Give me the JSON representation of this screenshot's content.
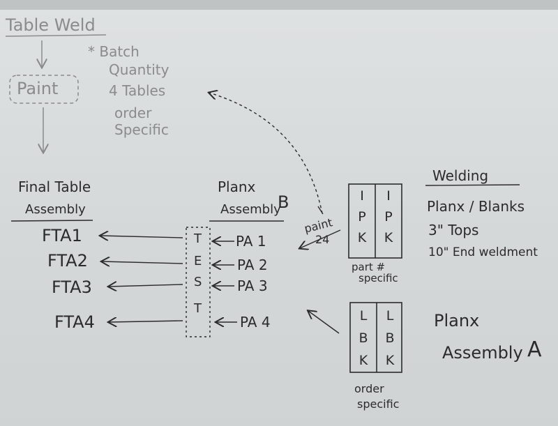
{
  "flow": {
    "table_weld": "Table Weld",
    "paint": "Paint",
    "batch_note_line1": "* Batch",
    "batch_note_line2": "Quantity",
    "batch_note_line3": "4 Tables",
    "order_specific_line1": "order",
    "order_specific_line2": "Specific"
  },
  "final_assembly": {
    "title_line1": "Final Table",
    "title_line2": "Assembly",
    "items": [
      "FTA1",
      "FTA2",
      "FTA3",
      "FTA4"
    ]
  },
  "test_column": [
    "T",
    "E",
    "S",
    "T"
  ],
  "planx_b": {
    "title_line1": "Planx",
    "title_line2": "Assembly",
    "suffix": "B",
    "items": [
      "PA 1",
      "PA 2",
      "PA 3",
      "PA 4"
    ]
  },
  "paint_note": {
    "line1": "paint",
    "line2": "24"
  },
  "ipk_card": {
    "col1": [
      "I",
      "P",
      "K"
    ],
    "col2": [
      "I",
      "P",
      "K"
    ],
    "caption_line1": "part #",
    "caption_line2": "specific"
  },
  "lbk_card": {
    "col1": [
      "L",
      "B",
      "K"
    ],
    "col2": [
      "L",
      "B",
      "K"
    ],
    "caption_line1": "order",
    "caption_line2": "specific"
  },
  "welding": {
    "title": "Welding",
    "items": [
      "Planx / Blanks",
      "3\" Tops",
      "10\" End weldment"
    ]
  },
  "planx_a": {
    "line1": "Planx",
    "line2": "Assembly",
    "suffix": "A"
  },
  "colors": {
    "board": "#d9dcdc",
    "ink": "#2b2b2b",
    "faint_ink": "#8a8c8c"
  }
}
